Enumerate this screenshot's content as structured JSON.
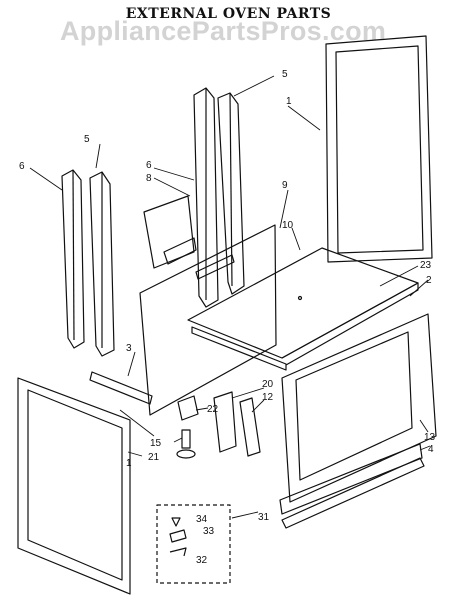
{
  "diagram": {
    "title": "EXTERNAL OVEN PARTS",
    "subtitle": "",
    "watermark": "AppliancePartsPros.com",
    "callouts": [
      {
        "id": "1a",
        "label": "1"
      },
      {
        "id": "1b",
        "label": "1"
      },
      {
        "id": "2",
        "label": "2"
      },
      {
        "id": "3",
        "label": "3"
      },
      {
        "id": "4",
        "label": "4"
      },
      {
        "id": "5a",
        "label": "5"
      },
      {
        "id": "5b",
        "label": "5"
      },
      {
        "id": "6a",
        "label": "6"
      },
      {
        "id": "6b",
        "label": "6"
      },
      {
        "id": "8",
        "label": "8"
      },
      {
        "id": "9",
        "label": "9"
      },
      {
        "id": "10",
        "label": "10"
      },
      {
        "id": "12",
        "label": "12"
      },
      {
        "id": "13",
        "label": "13"
      },
      {
        "id": "15",
        "label": "15"
      },
      {
        "id": "20",
        "label": "20"
      },
      {
        "id": "21",
        "label": "21"
      },
      {
        "id": "22",
        "label": "22"
      },
      {
        "id": "23",
        "label": "23"
      },
      {
        "id": "31",
        "label": "31"
      },
      {
        "id": "32",
        "label": "32"
      },
      {
        "id": "33",
        "label": "33"
      },
      {
        "id": "34",
        "label": "34"
      }
    ]
  }
}
